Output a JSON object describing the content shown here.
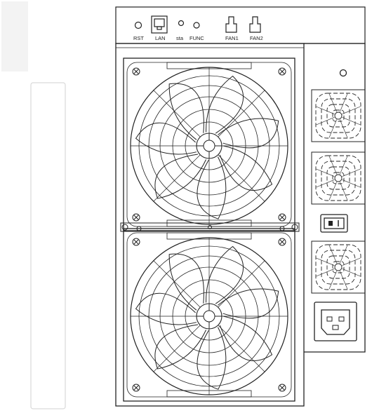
{
  "colors": {
    "line": "#222222",
    "background": "#ffffff",
    "side_bar": "#d9d9d9"
  },
  "io_panel": {
    "rst_label": "RST",
    "lan_label": "LAN",
    "sta_label": "sta",
    "func_label": "FUNC",
    "fan1_label": "FAN1",
    "fan2_label": "FAN2"
  },
  "fans": [
    {
      "name": "upper-fan",
      "blades": 7
    },
    {
      "name": "lower-fan",
      "blades": 7
    }
  ],
  "psu": {
    "vents": 3,
    "icons": [
      "screw-hole-icon",
      "vent-grille-icon",
      "power-switch-icon",
      "ac-inlet-icon"
    ]
  }
}
